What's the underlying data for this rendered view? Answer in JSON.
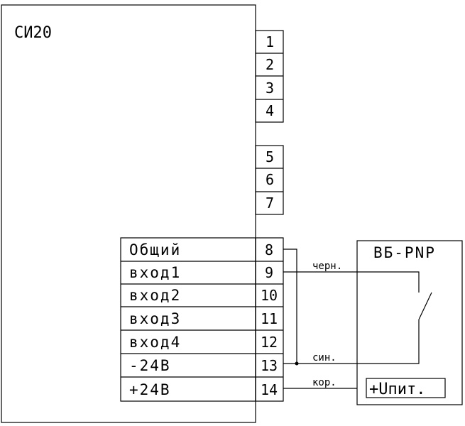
{
  "device": {
    "title": "СИ20"
  },
  "pins_top": [
    "1",
    "2",
    "3",
    "4"
  ],
  "pins_mid": [
    "5",
    "6",
    "7"
  ],
  "io_block": {
    "labels": [
      "Общий",
      "вход1",
      "вход2",
      "вход3",
      "вход4",
      "-24В",
      "+24В"
    ],
    "pins": [
      "8",
      "9",
      "10",
      "11",
      "12",
      "13",
      "14"
    ]
  },
  "sensor": {
    "title": "ВБ-PNP",
    "power_label": "+Uпит."
  },
  "wires": {
    "black": "черн.",
    "blue": "син.",
    "brown": "кор."
  }
}
